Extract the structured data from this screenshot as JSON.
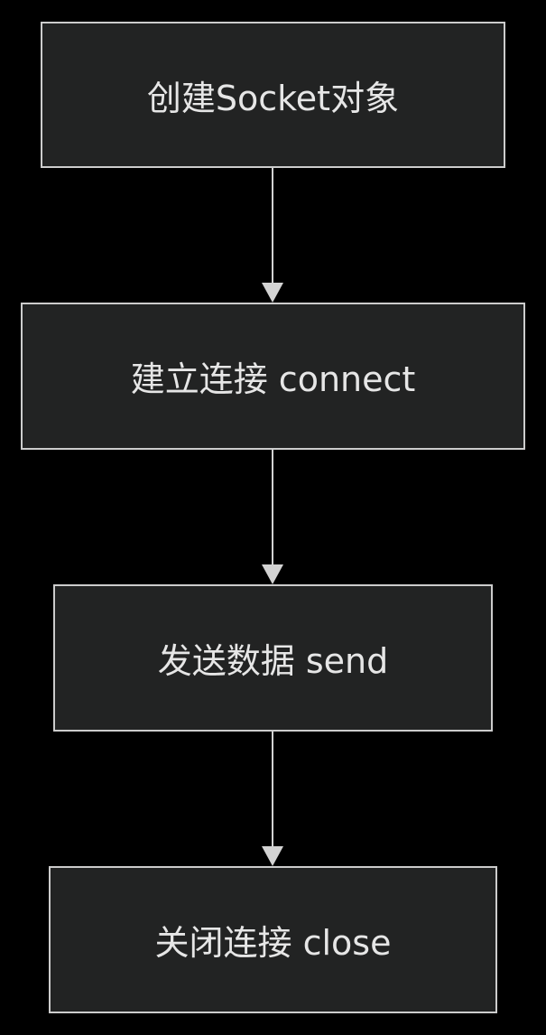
{
  "colors": {
    "background": "#000000",
    "node_fill": "#222323",
    "node_border": "#cccccc",
    "text": "#e6e6e6",
    "edge": "#d3d3d3"
  },
  "nodes": [
    {
      "id": "n1",
      "label": "创建Socket对象"
    },
    {
      "id": "n2",
      "label": "建立连接 connect"
    },
    {
      "id": "n3",
      "label": "发送数据 send"
    },
    {
      "id": "n4",
      "label": "关闭连接 close"
    }
  ],
  "edges": [
    {
      "from": "n1",
      "to": "n2"
    },
    {
      "from": "n2",
      "to": "n3"
    },
    {
      "from": "n3",
      "to": "n4"
    }
  ]
}
